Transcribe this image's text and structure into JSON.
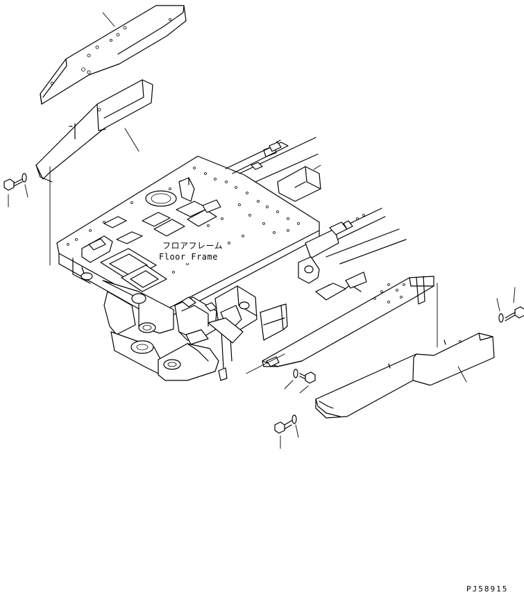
{
  "diagram": {
    "labels": {
      "floor_frame_jp": "フロアフレーム",
      "floor_frame_en": "Floor Frame"
    },
    "drawing_code": "PJ58915"
  }
}
